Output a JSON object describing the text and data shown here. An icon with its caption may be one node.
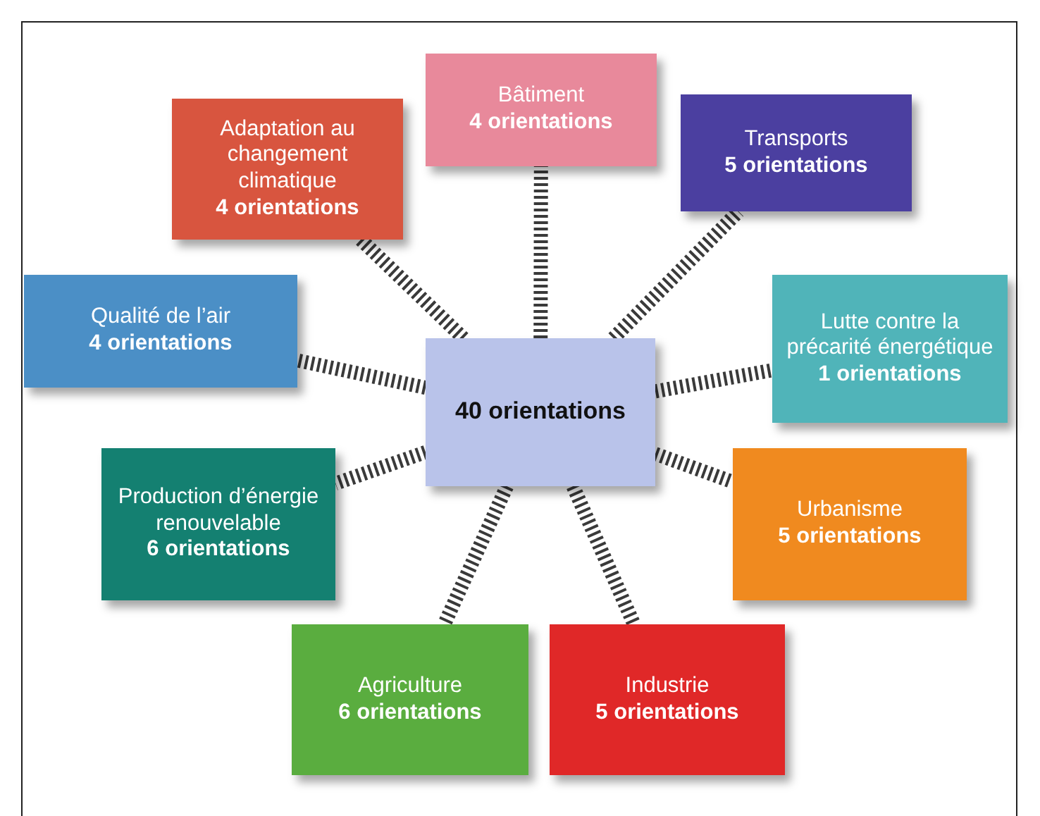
{
  "diagram": {
    "nodes": [
      {
        "text": [
          "Bâtiment",
          "4 orientations"
        ]
      },
      {
        "text": [
          "Adaptation au changement climatique",
          "4 orientations"
        ]
      },
      {
        "text": [
          "Transports",
          "5 orientations"
        ]
      },
      {
        "text": [
          "Qualité de l’air",
          "4 orientations"
        ]
      },
      {
        "text": [
          "40 orientations"
        ]
      },
      {
        "text": [
          "Lutte contre la précarité énergétique",
          "1 orientations"
        ]
      },
      {
        "text": [
          "Production d’énergie renouvelable",
          "6 orientations"
        ]
      },
      {
        "text": [
          "Urbanisme",
          "5 orientations"
        ]
      },
      {
        "text": [
          "Agriculture",
          "6 orientations"
        ]
      },
      {
        "text": [
          "Industrie",
          "5 orientations"
        ]
      }
    ],
    "edges": [
      {
        "from": 4,
        "to": 0,
        "arrow": "none"
      },
      {
        "from": 4,
        "to": 1,
        "arrow": "none"
      },
      {
        "from": 4,
        "to": 2,
        "arrow": "none"
      },
      {
        "from": 4,
        "to": 3,
        "arrow": "none"
      },
      {
        "from": 4,
        "to": 5,
        "arrow": "none"
      },
      {
        "from": 4,
        "to": 6,
        "arrow": "none"
      },
      {
        "from": 4,
        "to": 7,
        "arrow": "none"
      },
      {
        "from": 4,
        "to": 8,
        "arrow": "none"
      },
      {
        "from": 4,
        "to": 9,
        "arrow": "none"
      }
    ]
  }
}
